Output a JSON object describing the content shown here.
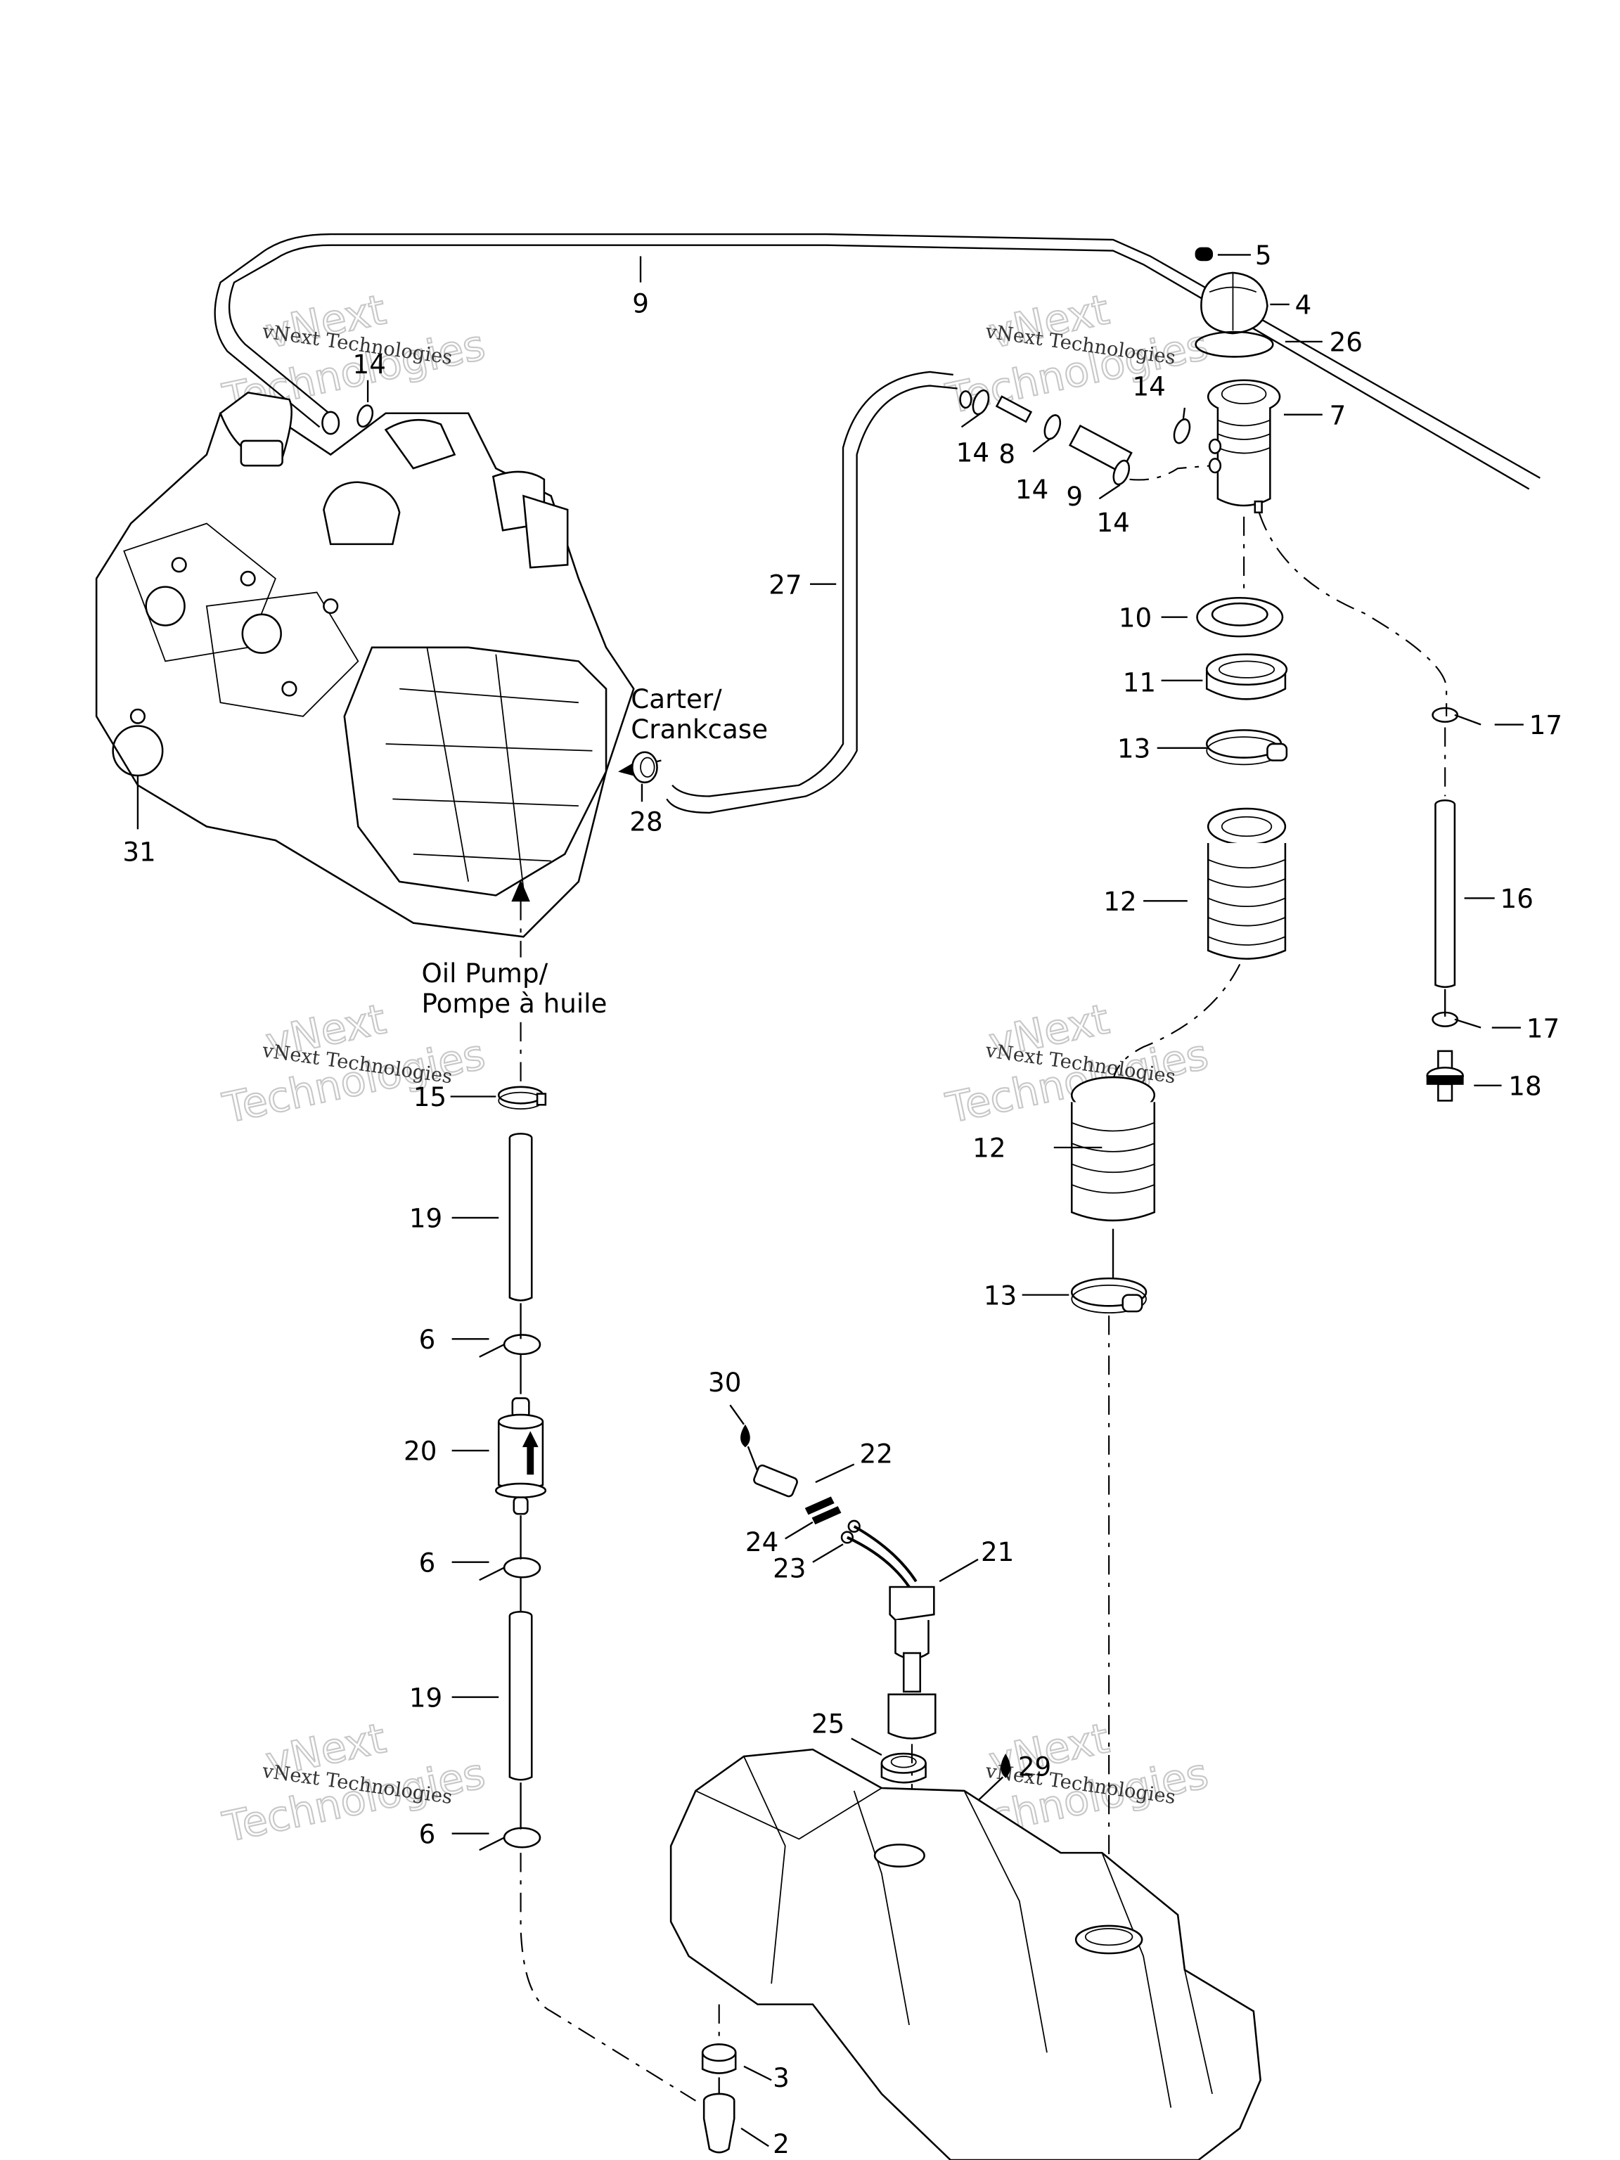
{
  "diagram": {
    "title": "Oil system exploded parts diagram",
    "callouts": [
      {
        "id": "c5",
        "label": "5"
      },
      {
        "id": "c4",
        "label": "4"
      },
      {
        "id": "c26",
        "label": "26"
      },
      {
        "id": "c7",
        "label": "7"
      },
      {
        "id": "c9-top",
        "label": "9"
      },
      {
        "id": "c14-left",
        "label": "14"
      },
      {
        "id": "c14-a",
        "label": "14"
      },
      {
        "id": "c8",
        "label": "8"
      },
      {
        "id": "c14-b",
        "label": "14"
      },
      {
        "id": "c9-mid",
        "label": "9"
      },
      {
        "id": "c14-c",
        "label": "14"
      },
      {
        "id": "c14-right",
        "label": "14"
      },
      {
        "id": "c27",
        "label": "27"
      },
      {
        "id": "c10",
        "label": "10"
      },
      {
        "id": "c11",
        "label": "11"
      },
      {
        "id": "c13-top",
        "label": "13"
      },
      {
        "id": "c12-top",
        "label": "12"
      },
      {
        "id": "c12-bottom",
        "label": "12"
      },
      {
        "id": "c13-bottom",
        "label": "13"
      },
      {
        "id": "c17-top",
        "label": "17"
      },
      {
        "id": "c16",
        "label": "16"
      },
      {
        "id": "c17-bottom",
        "label": "17"
      },
      {
        "id": "c18",
        "label": "18"
      },
      {
        "id": "c28",
        "label": "28"
      },
      {
        "id": "c31",
        "label": "31"
      },
      {
        "id": "c15",
        "label": "15"
      },
      {
        "id": "c19-top",
        "label": "19"
      },
      {
        "id": "c6-top",
        "label": "6"
      },
      {
        "id": "c20",
        "label": "20"
      },
      {
        "id": "c6-mid",
        "label": "6"
      },
      {
        "id": "c19-bottom",
        "label": "19"
      },
      {
        "id": "c6-bottom",
        "label": "6"
      },
      {
        "id": "c30",
        "label": "30"
      },
      {
        "id": "c22",
        "label": "22"
      },
      {
        "id": "c24",
        "label": "24"
      },
      {
        "id": "c23",
        "label": "23"
      },
      {
        "id": "c21",
        "label": "21"
      },
      {
        "id": "c25",
        "label": "25"
      },
      {
        "id": "c29",
        "label": "29"
      },
      {
        "id": "c3",
        "label": "3"
      },
      {
        "id": "c2",
        "label": "2"
      }
    ],
    "notes": {
      "crankcase_line1": "Carter/",
      "crankcase_line2": "Crankcase",
      "oil_pump_line1": "Oil Pump/",
      "oil_pump_line2": "Pompe à huile"
    },
    "watermark": {
      "brand": "vNext",
      "word": "Technologies",
      "full": "vNext Technologies"
    }
  }
}
